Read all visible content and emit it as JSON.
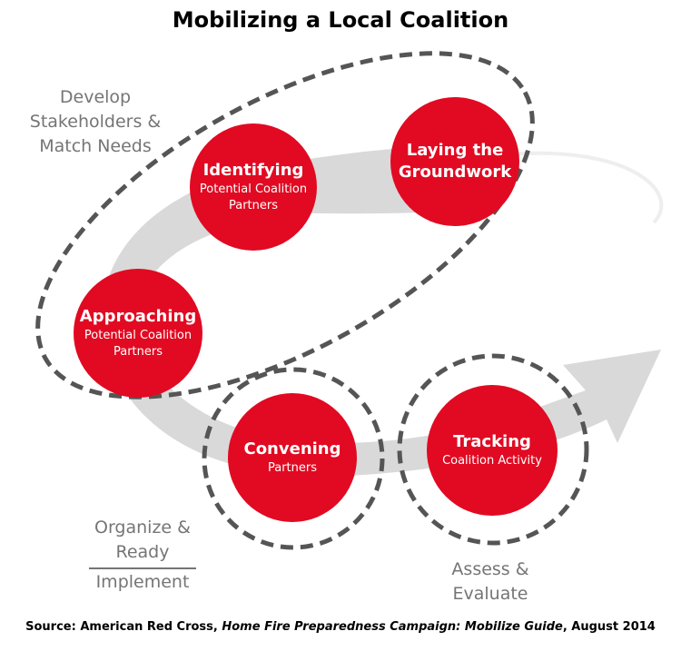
{
  "title": "Mobilizing a Local Coalition",
  "steps": [
    {
      "name": "Identifying",
      "sub1": "Potential Coalition",
      "sub2": "Partners"
    },
    {
      "name1": "Laying the",
      "name2": "Groundwork"
    },
    {
      "name": "Approaching",
      "sub1": "Potential Coalition",
      "sub2": "Partners"
    },
    {
      "name": "Convening",
      "sub": "Partners"
    },
    {
      "name": "Tracking",
      "sub": "Coalition Activity"
    }
  ],
  "groups": {
    "develop": [
      "Develop",
      "Stakeholders &",
      "Match Needs"
    ],
    "organize": [
      "Organize &",
      "Ready"
    ],
    "implement": "Implement",
    "assess": [
      "Assess &",
      "Evaluate"
    ]
  },
  "source": {
    "prefix": "Source: American Red Cross, ",
    "italic": "Home Fire Preparedness Campaign: Mobilize Guide",
    "suffix": ", August 2014"
  },
  "colors": {
    "circle": "#e10a22",
    "arrow": "#d9d9d9",
    "dash": "#555555",
    "group_text": "#757575"
  }
}
